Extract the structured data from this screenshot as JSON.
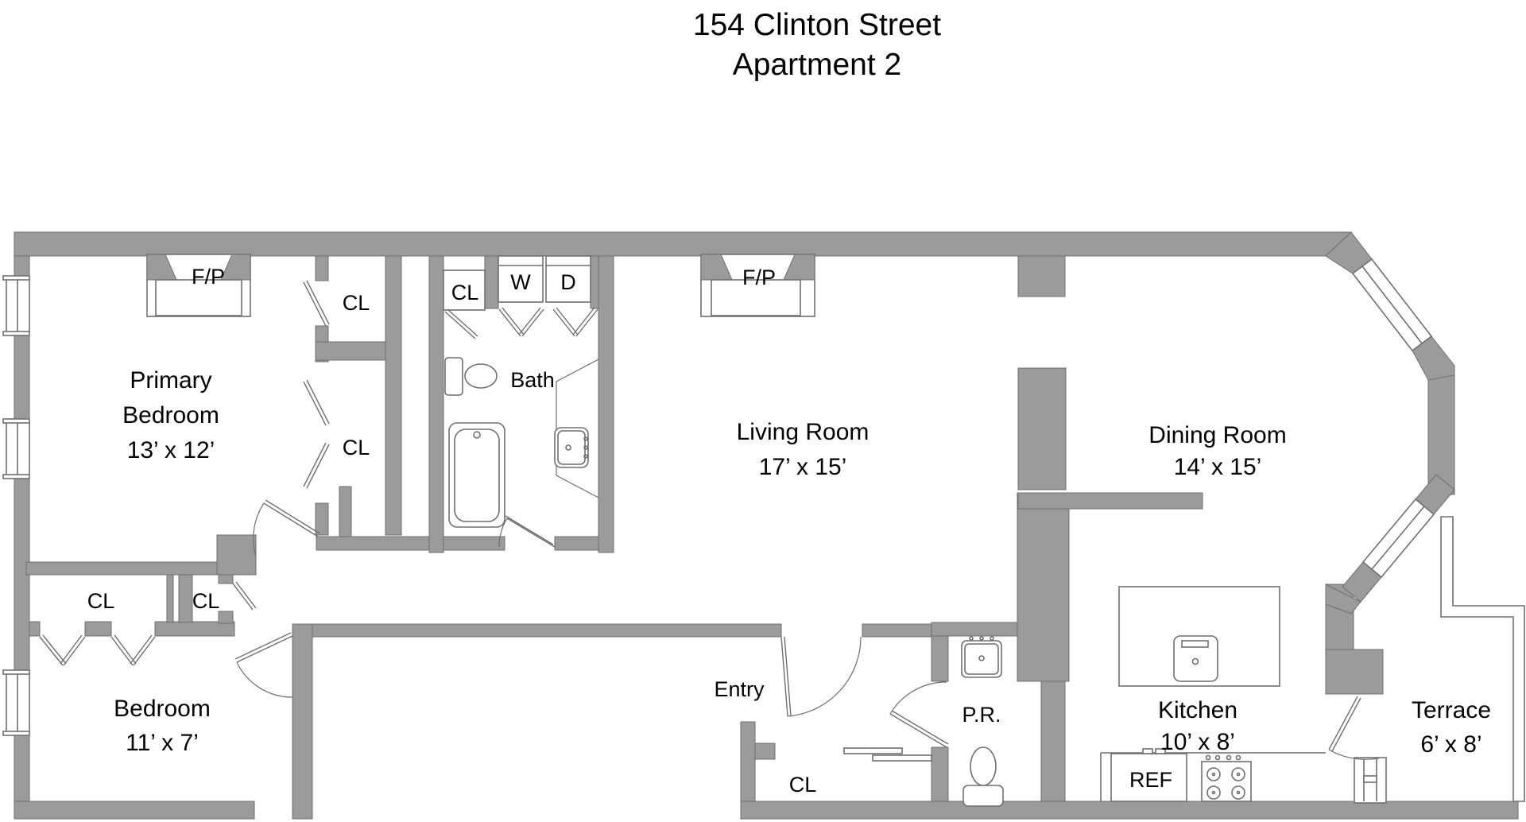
{
  "title": {
    "line1": "154 Clinton Street",
    "line2": "Apartment 2"
  },
  "rooms": {
    "primary_bedroom": {
      "name_line1": "Primary",
      "name_line2": "Bedroom",
      "dims": "13’ x 12’"
    },
    "living_room": {
      "name": "Living Room",
      "dims": "17’ x 15’"
    },
    "dining_room": {
      "name": "Dining Room",
      "dims": "14’ x 15’"
    },
    "bedroom": {
      "name": "Bedroom",
      "dims": "11’ x 7’"
    },
    "kitchen": {
      "name": "Kitchen",
      "dims": "10’ x 8’"
    },
    "terrace": {
      "name": "Terrace",
      "dims": "6’ x 8’"
    },
    "bath": {
      "name": "Bath"
    },
    "entry": {
      "name": "Entry"
    },
    "powder_room": {
      "name": "P.R."
    }
  },
  "fixtures": {
    "closet": "CL",
    "fireplace": "F/P",
    "washer": "W",
    "dryer": "D",
    "refrigerator": "REF"
  },
  "colors": {
    "wall": "#9b9b9b",
    "line": "#6f6f6f",
    "text": "#000000",
    "background": "#ffffff"
  }
}
